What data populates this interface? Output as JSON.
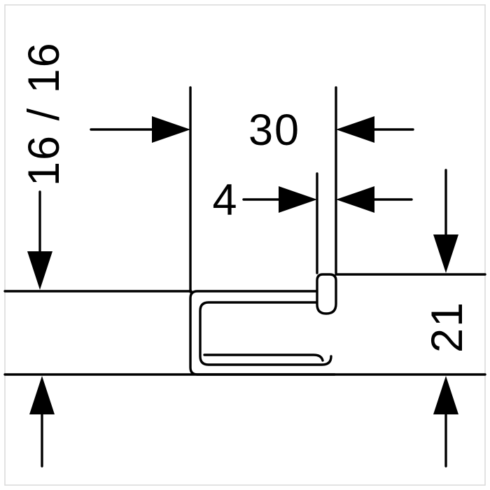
{
  "drawing": {
    "background_color": "#ffffff",
    "line_color": "#000000",
    "frame_color": "#d9d9d9",
    "dimensions": {
      "left_height": {
        "label": "16 / 16",
        "orientation": "vertical-left"
      },
      "top_width": {
        "label": "30",
        "orientation": "horizontal-top"
      },
      "flange_thickness": {
        "label": "4",
        "orientation": "horizontal-middle"
      },
      "right_height": {
        "label": "21",
        "orientation": "vertical-right"
      }
    }
  }
}
